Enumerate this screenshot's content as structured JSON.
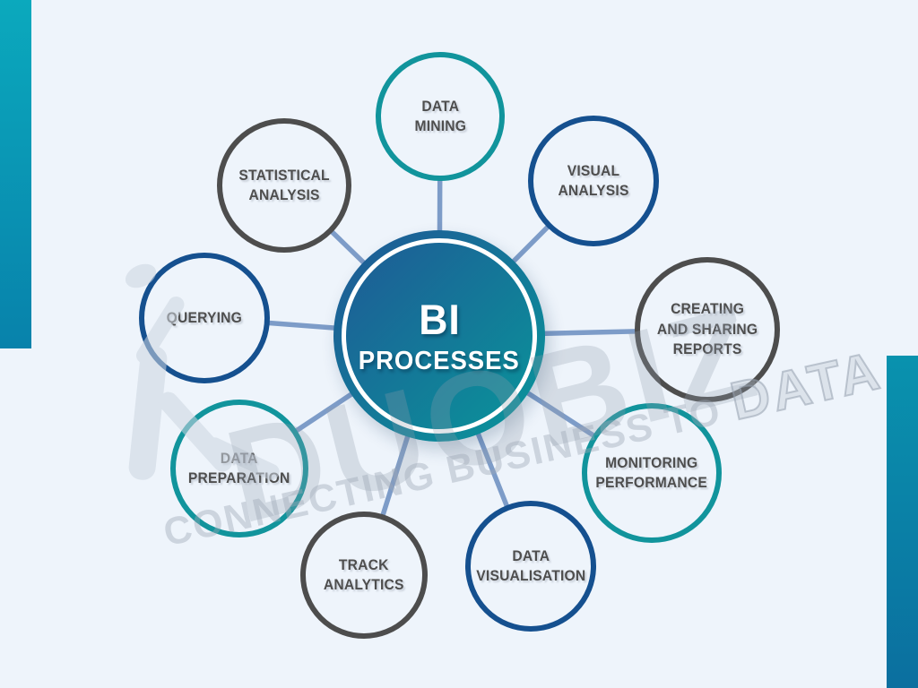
{
  "hub": {
    "line1": "BI",
    "line2": "PROCESSES"
  },
  "nodes": [
    {
      "id": "data-mining",
      "label": "DATA\nMINING",
      "ring_color": "teal"
    },
    {
      "id": "visual-analysis",
      "label": "VISUAL\nANALYSIS",
      "ring_color": "navy"
    },
    {
      "id": "creating-and-sharing-reports",
      "label": "CREATING\nAND SHARING\nREPORTS",
      "ring_color": "gray"
    },
    {
      "id": "monitoring-performance",
      "label": "MONITORING\nPERFORMANCE",
      "ring_color": "teal"
    },
    {
      "id": "data-visualisation",
      "label": "DATA\nVISUALISATION",
      "ring_color": "navy"
    },
    {
      "id": "track-analytics",
      "label": "TRACK\nANALYTICS",
      "ring_color": "gray"
    },
    {
      "id": "data-preparation",
      "label": "DATA\nPREPARATION",
      "ring_color": "teal"
    },
    {
      "id": "querying",
      "label": "QUERYING",
      "ring_color": "navy"
    },
    {
      "id": "statistical-analysis",
      "label": "STATISTICAL\nANALYSIS",
      "ring_color": "gray"
    }
  ],
  "watermark": {
    "brand": "DUOBIZ",
    "tagline_prefix": "CONNECTING BUSINESS TO ",
    "tagline_emphasis": "DATA"
  },
  "colors": {
    "background": "#EEF4FB",
    "ring_teal": "#11949C",
    "ring_navy": "#15508F",
    "ring_gray": "#4D4D4D",
    "node_text": "#4E4E4E",
    "connector": "#7D9CC8",
    "hub_gradient_start": "#1E5C96",
    "hub_gradient_end": "#0A929A",
    "hub_text": "#FFFFFF",
    "bar_left_top": "#0BA9BD",
    "bar_left_bottom": "#0882AB",
    "bar_right_top": "#0992AE",
    "bar_right_bottom": "#0B6F9F"
  }
}
